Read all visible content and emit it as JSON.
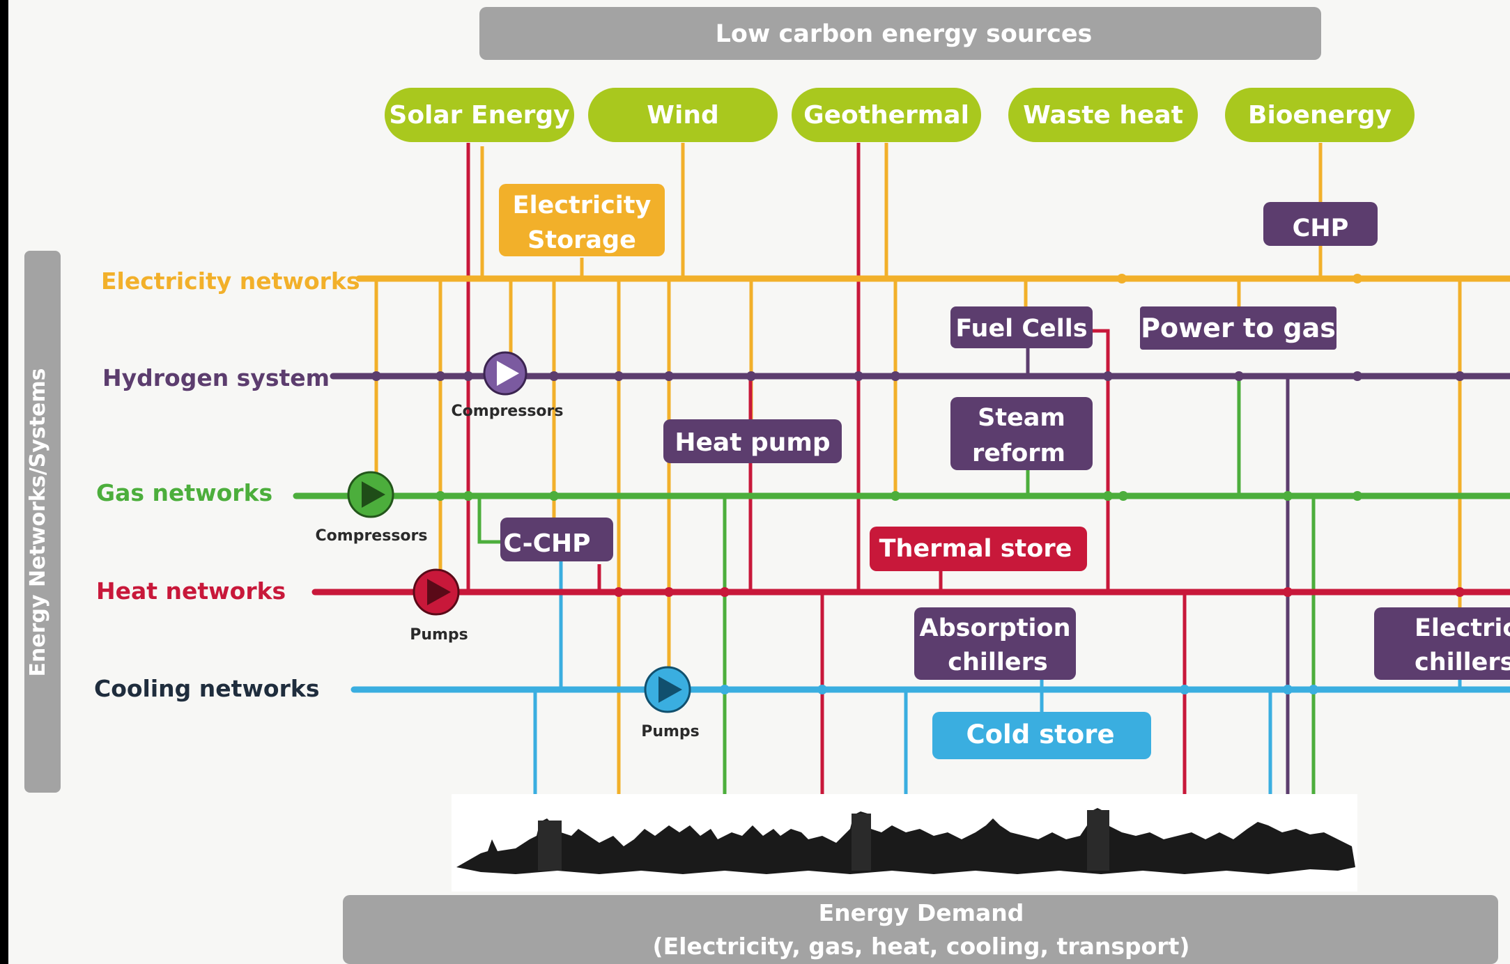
{
  "header": {
    "title": "Low carbon energy sources"
  },
  "sources": [
    "Solar Energy",
    "Wind",
    "Geothermal",
    "Waste heat",
    "Bioenergy"
  ],
  "side_label": "Energy Networks/Systems",
  "networks": {
    "electricity": "Electricity networks",
    "hydrogen": "Hydrogen system",
    "gas": "Gas networks",
    "heat": "Heat networks",
    "cooling": "Cooling networks"
  },
  "technologies": {
    "electricity_storage": [
      "Electricity",
      "Storage"
    ],
    "chp": "CHP",
    "fuel_cells": "Fuel Cells",
    "power_to_gas": "Power to gas",
    "steam_reform": [
      "Steam",
      "reform"
    ],
    "heat_pump": "Heat pump",
    "c_chp": "C-CHP",
    "thermal_store": "Thermal store",
    "absorption_chillers": [
      "Absorption",
      "chillers"
    ],
    "electric_chillers": [
      "Electric",
      "chillers"
    ],
    "cold_store": "Cold store"
  },
  "devices": {
    "compressors": "Compressors",
    "pumps": "Pumps"
  },
  "footer": {
    "line1": "Energy Demand",
    "line2": "(Electricity, gas, heat, cooling, transport)"
  },
  "colors": {
    "electricity": "#f2b02a",
    "hydrogen": "#5c3d6e",
    "gas": "#4cae3c",
    "heat": "#c8183a",
    "cooling": "#3aaee0",
    "source_pill": "#a9c81e",
    "banner": "#a3a3a3"
  }
}
